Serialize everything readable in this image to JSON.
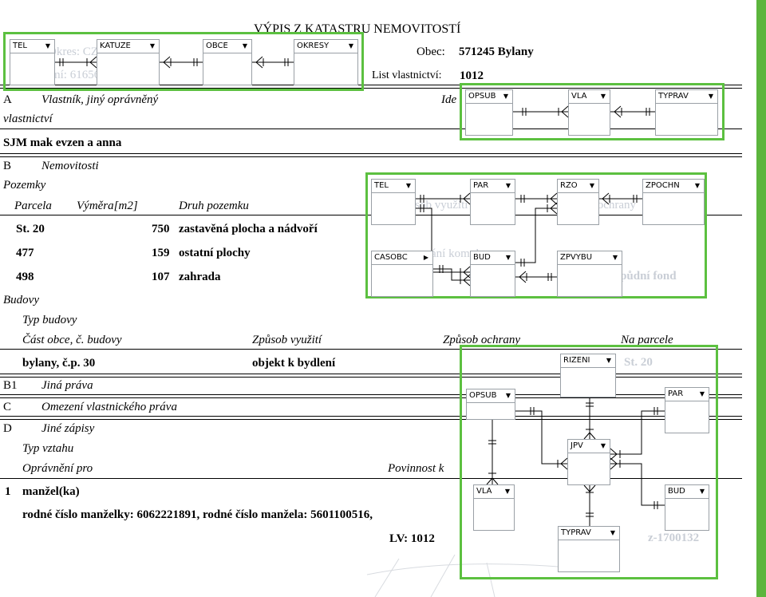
{
  "document": {
    "title": "VÝPIS Z KATASTRU NEMOVITOSTÍ",
    "obec_label": "Obec:",
    "obec_value": "571245 Bylany",
    "lv_label": "List vlastnictví:",
    "lv_value": "1012",
    "ghost_okres": "Okres: CZ0201",
    "ghost_kat": "Kat. území: 616567 Bylany",
    "section_a": {
      "letter": "A",
      "title": "Vlastník, jiný oprávněný",
      "sub": "vlastnictví",
      "ident": "Ide"
    },
    "owner": "SJM  mak evzen a anna",
    "section_b": {
      "letter": "B",
      "title": "Nemovitosti"
    },
    "pozemky": "Pozemky",
    "parcel_headers": {
      "parcela": "Parcela",
      "vymera": "Výměra[m2]",
      "druh": "Druh pozemku"
    },
    "ghost_zpusob_vyuziti": "Způsob využití",
    "ghost_zpusob_ochrany": "Způsob ochrany",
    "ghost_pozemk": "ání komplexce",
    "ghost_zpf": "zemědělský půdní fond",
    "parcels": [
      {
        "parcela": "St. 20",
        "vymera": "750",
        "druh": "zastavěná plocha a nádvoří"
      },
      {
        "parcela": "477",
        "vymera": "159",
        "druh": "ostatní plochy"
      },
      {
        "parcela": "498",
        "vymera": "107",
        "druh": "zahrada"
      }
    ],
    "budovy": "Budovy",
    "typ_budovy": "Typ budovy",
    "budovy_headers": {
      "cast": "Část obce, č. budovy",
      "vyuziti": "Způsob využití",
      "ochrany": "Způsob ochrany",
      "na_parcele": "Na parcele"
    },
    "building": {
      "cast": "bylany, č.p. 30",
      "vyuziti": "objekt k bydlení",
      "na_parcele": "St. 20"
    },
    "section_b1": {
      "letter": "B1",
      "title": "Jiná práva"
    },
    "section_c": {
      "letter": "C",
      "title": "Omezení vlastnického práva"
    },
    "section_d": {
      "letter": "D",
      "title": "Jiné zápisy"
    },
    "typ_vztahu": "Typ vztahu",
    "opravneni_pro": "Oprávnění pro",
    "povinnost_k": "Povinnost k",
    "entry_num": "1",
    "entry_title": "manžel(ka)",
    "entry_detail": "rodné číslo manželky: 6062221891, rodné číslo manžela: 5601100516,",
    "entry_lv": "LV: 1012",
    "ghost_z": "z-1700132"
  },
  "diagrams": {
    "d1": [
      "TEL",
      "KATUZE",
      "OBCE",
      "OKRESY"
    ],
    "d2": [
      "OPSUB",
      "VLA",
      "TYPRAV"
    ],
    "d3": [
      "TEL",
      "PAR",
      "RZO",
      "ZPOCHN",
      "CASOBC",
      "BUD",
      "ZPVYBU"
    ],
    "d4": [
      "RIZENI",
      "OPSUB",
      "PAR",
      "JPV",
      "VLA",
      "BUD",
      "TYPRAV"
    ]
  },
  "colors": {
    "panel_border": "#5cc040",
    "right_bar": "#5cb53d",
    "ghost_text": "#c9ced6"
  }
}
